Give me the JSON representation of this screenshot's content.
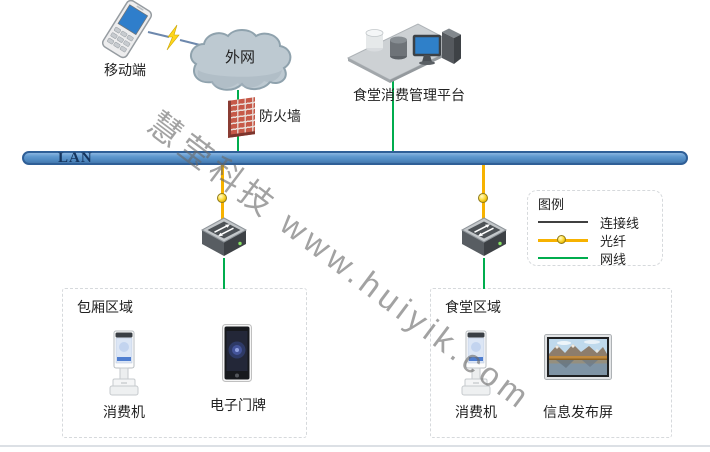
{
  "watermark": {
    "text": "慧莹科技 www.huiyik.com"
  },
  "external": {
    "mobile_label": "移动端",
    "cloud_label": "外网",
    "firewall_label": "防火墙"
  },
  "platform": {
    "label": "食堂消费管理平台"
  },
  "lan": {
    "label": "LAN"
  },
  "legend": {
    "title": "图例",
    "items": [
      {
        "label": "连接线",
        "type": "connection-line",
        "color": "#404040"
      },
      {
        "label": "光纤",
        "type": "optical-fiber",
        "color": "#FFC000"
      },
      {
        "label": "网线",
        "type": "network-cable",
        "color": "#00B050"
      }
    ]
  },
  "zones": [
    {
      "title": "包厢区域",
      "devices": [
        {
          "label": "消费机"
        },
        {
          "label": "电子门牌"
        }
      ]
    },
    {
      "title": "食堂区域",
      "devices": [
        {
          "label": "消费机"
        },
        {
          "label": "信息发布屏"
        }
      ]
    }
  ],
  "colors": {
    "lan_fill": "#4E87BF",
    "lan_border": "#2F5F97",
    "fiber": "#F7B200",
    "network_cable": "#00AD4E",
    "connection": "#404040",
    "firewall_brick": "#C65948",
    "cloud_fill": "#BDC9D1"
  }
}
